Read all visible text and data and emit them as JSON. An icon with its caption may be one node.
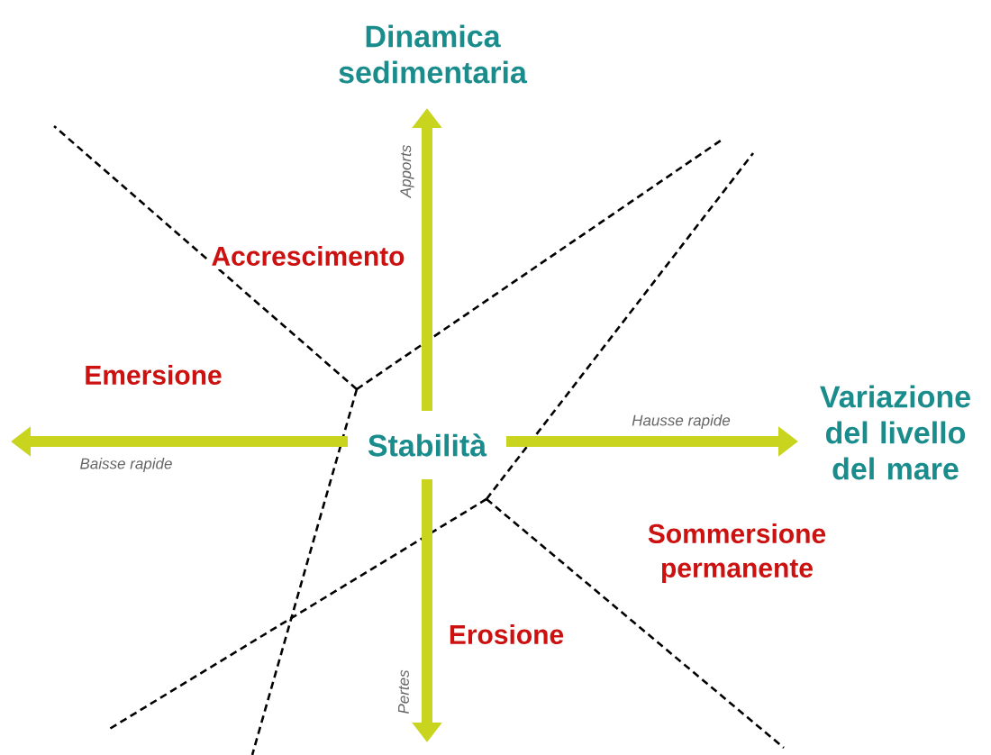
{
  "diagram": {
    "nodes": [
      {
        "text": [
          "Stabilità"
        ]
      }
    ],
    "labels": [
      "Dinamica sedimentaria",
      "Apports",
      "Accrescimento",
      "Emersione",
      "Variazione del livello del mare",
      "Hausse rapide",
      "Baisse rapide",
      "Sommersione permanente",
      "Erosione",
      "Pertes"
    ]
  }
}
